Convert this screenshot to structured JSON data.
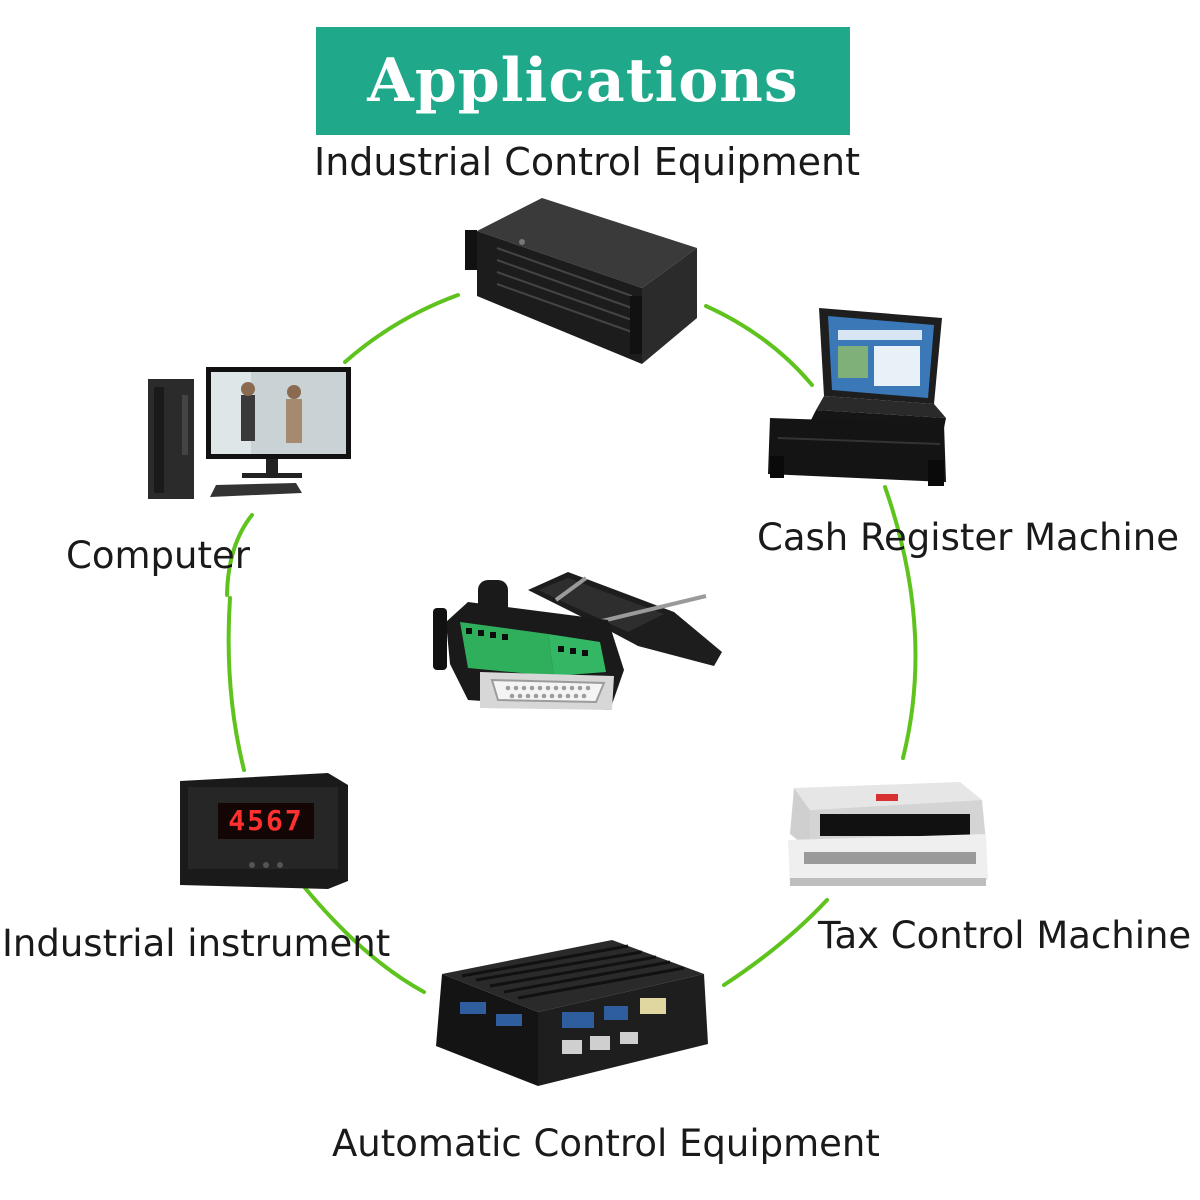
{
  "banner": {
    "title": "Applications",
    "color": "#1fa98a"
  },
  "ring_color": "#5fc31e",
  "labels": {
    "industrial_control": "Industrial Control Equipment",
    "cash_register": "Cash Register Machine",
    "computer": "Computer",
    "industrial_instrument": "Industrial instrument",
    "tax_control": "Tax Control Machine",
    "automatic_control": "Automatic Control Equipment"
  },
  "meter_display": "4567",
  "icons": {
    "center": "db25-connector-icon",
    "top": "rack-server-icon",
    "top_right": "rugged-laptop-icon",
    "left_upper": "desktop-computer-icon",
    "right_lower": "dot-matrix-printer-icon",
    "left_lower": "panel-meter-icon",
    "bottom": "fanless-box-pc-icon"
  }
}
